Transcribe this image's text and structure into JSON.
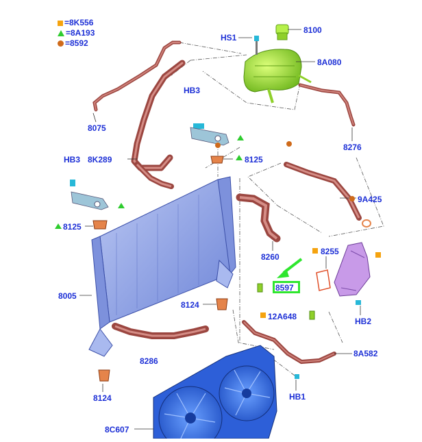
{
  "legend": [
    {
      "symbol": "square",
      "color": "#f5a30f",
      "label": "=8K556"
    },
    {
      "symbol": "triangle",
      "color": "#2ecc2e",
      "label": "=8A193"
    },
    {
      "symbol": "circle",
      "color": "#cf6a1a",
      "label": "=8592"
    }
  ],
  "callouts": {
    "hs1": "HS1",
    "c8100": "8100",
    "c8A080": "8A080",
    "c8075": "8075",
    "c8276": "8276",
    "hb3_top": "HB3",
    "hb3_left": "HB3",
    "c8K289": "8K289",
    "c8125_mid": "8125",
    "c8125_left": "8125",
    "c9A425": "9A425",
    "c8260": "8260",
    "c8255": "8255",
    "c8005": "8005",
    "c8597": "8597",
    "c8124_mid": "8124",
    "c12A648": "12A648",
    "hb2": "HB2",
    "c8286": "8286",
    "c8A582": "8A582",
    "c8124_bot": "8124",
    "hb1": "HB1",
    "c8C607": "8C607"
  },
  "colors": {
    "label": "#1c2fd6",
    "hose": "#b5564e",
    "radiator": "#8fa3e6",
    "fan": "#3a73e8",
    "reservoir": "#9ee02c",
    "housing": "#b07ad6",
    "highlight": "#2ee62e",
    "arrow": "#2ee62e"
  }
}
